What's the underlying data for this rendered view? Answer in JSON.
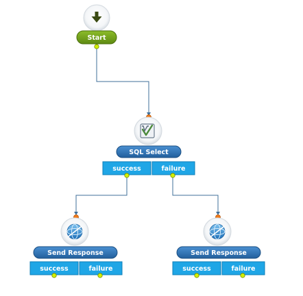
{
  "nodes": {
    "start": {
      "label": "Start",
      "icon": "arrow-down-icon"
    },
    "sql_select": {
      "label": "SQL Select",
      "icon": "check-database-icon"
    },
    "send_response_left": {
      "label": "Send Response",
      "icon": "globe-icon"
    },
    "send_response_right": {
      "label": "Send Response",
      "icon": "globe-icon"
    }
  },
  "ports": {
    "success": "success",
    "failure": "failure"
  },
  "colors": {
    "start_pill": "#6f9a1c",
    "action_pill": "#2f74b8",
    "port_fill": "#1fa6e6",
    "connector": "#3f6f9a",
    "input_dot": "#f07a1a",
    "output_dot": "#d4f000"
  }
}
